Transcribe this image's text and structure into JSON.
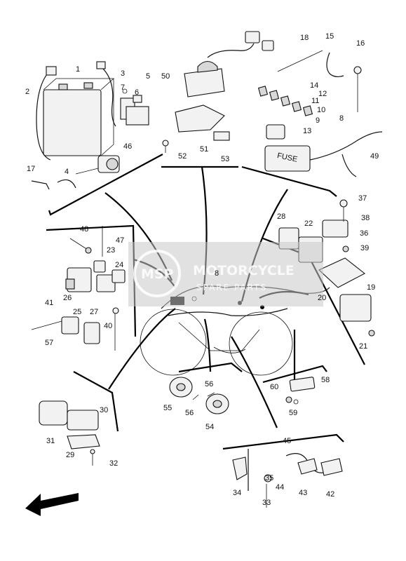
{
  "diagram": {
    "callouts": [
      "1",
      "2",
      "3",
      "4",
      "5",
      "6",
      "7",
      "8",
      "9",
      "10",
      "11",
      "12",
      "13",
      "14",
      "15",
      "16",
      "17",
      "18",
      "19",
      "20",
      "21",
      "22",
      "23",
      "24",
      "25",
      "26",
      "27",
      "28",
      "29",
      "30",
      "31",
      "32",
      "33",
      "34",
      "35",
      "36",
      "37",
      "38",
      "39",
      "40",
      "41",
      "42",
      "43",
      "44",
      "45",
      "46",
      "47",
      "48",
      "49",
      "50",
      "51",
      "52",
      "53",
      "54",
      "55",
      "56",
      "57",
      "58",
      "59",
      "60"
    ],
    "center_label": "8",
    "watermark": {
      "logo": "MSP",
      "title": "MOTORCYCLE",
      "subtitle": "SPARE PARTS"
    },
    "fuse_text": "FUSE",
    "colors": {
      "line": "#111111",
      "watermark": "#c8c8c8",
      "background": "#ffffff"
    },
    "icons": [
      "direction-arrow-icon"
    ]
  }
}
